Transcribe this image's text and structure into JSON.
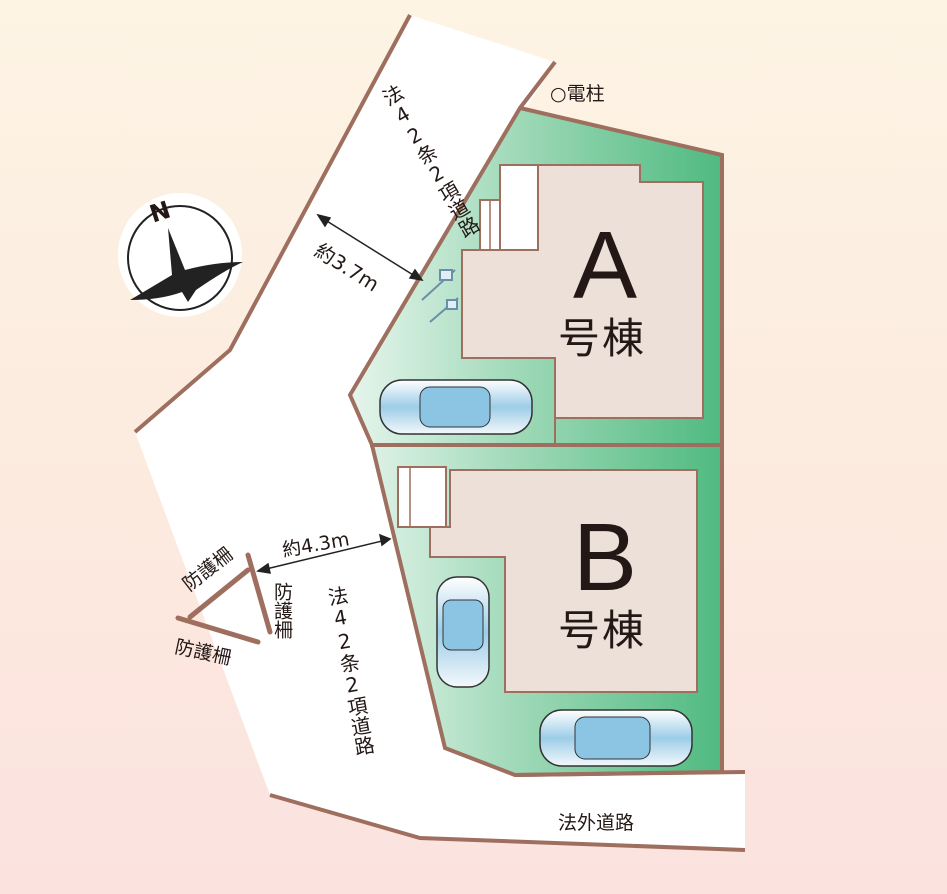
{
  "labels": {
    "utility_pole": "○電柱",
    "north_road": "法42条2項道路",
    "north_road_width": "約3.7m",
    "west_road": "法42条2項道路",
    "west_road_width": "約4.3m",
    "south_road": "法外道路",
    "guard_fence_1": "防護柵",
    "guard_fence_2": "防護柵",
    "guard_fence_3": "防護柵",
    "compass_north": "N"
  },
  "lots": [
    {
      "letter": "A",
      "suffix": "号棟"
    },
    {
      "letter": "B",
      "suffix": "号棟"
    }
  ],
  "colors": {
    "boundary": "#9e6e5e",
    "lot_green": "#5cc08a",
    "building": "#ece0d8",
    "road": "#ffffff"
  }
}
